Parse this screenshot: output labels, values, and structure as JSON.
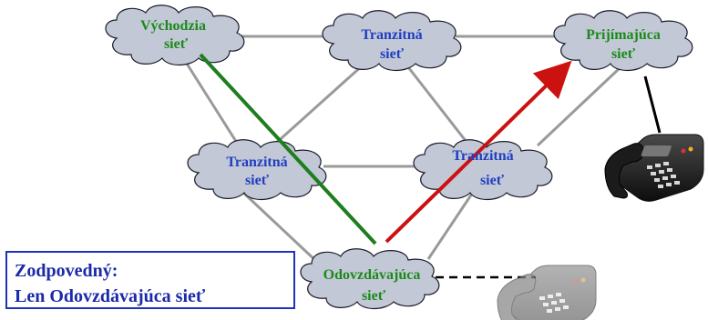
{
  "diagram": {
    "nodes": {
      "source": {
        "line1": "Východzia",
        "line2": "sieť"
      },
      "transit_top": {
        "line1": "Tranzitná",
        "line2": "sieť"
      },
      "receiving": {
        "line1": "Prijímajúca",
        "line2": "sieť"
      },
      "transit_left": {
        "line1": "Tranzitná",
        "line2": "sieť"
      },
      "transit_right": {
        "line1": "Tranzitná",
        "line2": "sieť"
      },
      "sending": {
        "line1": "Odovzdávajúca",
        "line2": "sieť"
      }
    },
    "legend": {
      "line1": "Zodpovedný:",
      "line2": "Len Odovzdávajúca sieť"
    },
    "colors": {
      "cloud_fill": "#c3c8d6",
      "cloud_stroke": "#1b1b2a",
      "link": "#9a9a9a",
      "green_path": "#1e7e1e",
      "red_path": "#cc1111",
      "label_blue": "#1f3fbf",
      "label_green": "#1a8a1a"
    },
    "icons": [
      "telephone-icon",
      "telephone-icon"
    ]
  }
}
